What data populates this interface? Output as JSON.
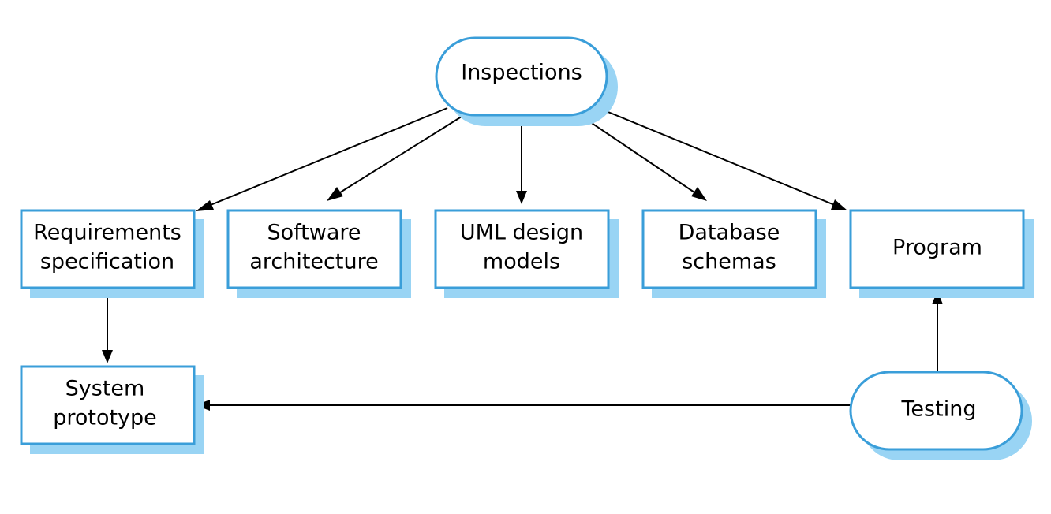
{
  "nodes": {
    "inspections": {
      "lines": [
        "Inspections"
      ],
      "shape": "rounded"
    },
    "requirements": {
      "lines": [
        "Requirements",
        "specification"
      ],
      "shape": "rect"
    },
    "software": {
      "lines": [
        "Software",
        "architecture"
      ],
      "shape": "rect"
    },
    "uml": {
      "lines": [
        "UML design",
        "models"
      ],
      "shape": "rect"
    },
    "database": {
      "lines": [
        "Database",
        "schemas"
      ],
      "shape": "rect"
    },
    "program": {
      "lines": [
        "Program"
      ],
      "shape": "rect"
    },
    "prototype": {
      "lines": [
        "System",
        "prototype"
      ],
      "shape": "rect"
    },
    "testing": {
      "lines": [
        "Testing"
      ],
      "shape": "rounded"
    }
  },
  "edges": [
    {
      "from": "inspections",
      "to": "requirements"
    },
    {
      "from": "inspections",
      "to": "software"
    },
    {
      "from": "inspections",
      "to": "uml"
    },
    {
      "from": "inspections",
      "to": "database"
    },
    {
      "from": "inspections",
      "to": "program"
    },
    {
      "from": "requirements",
      "to": "prototype"
    },
    {
      "from": "testing",
      "to": "program"
    },
    {
      "from": "testing",
      "to": "prototype"
    }
  ],
  "colors": {
    "border": "#3a9ed9",
    "shadow": "#99d4f4",
    "fill": "#ffffff",
    "text": "#000000",
    "edge": "#000000"
  }
}
